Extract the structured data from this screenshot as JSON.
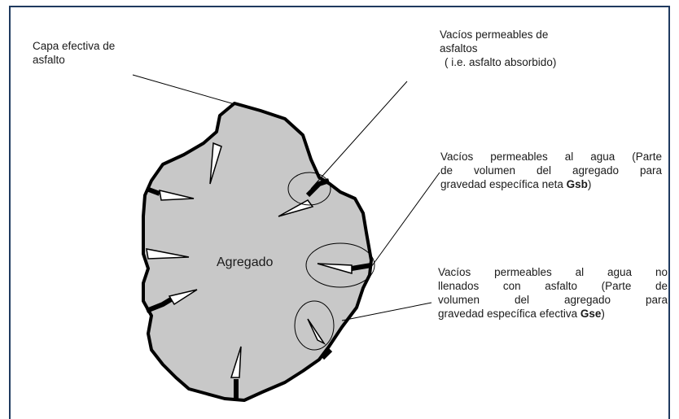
{
  "diagram": {
    "center_label": "Agregado",
    "label_capa": [
      "Capa efectiva de",
      "asfalto"
    ],
    "label_asfaltos": [
      "Vacíos permeables de",
      "asfaltos",
      "( i.e. asfalto absorbido)"
    ],
    "label_gsb": {
      "line1": "Vacíos permeables al agua (Parte",
      "line2": "de volumen del agregado para",
      "line3_prefix": "gravedad específica neta ",
      "line3_bold": "Gsb",
      "line3_suffix": ")"
    },
    "label_gse": {
      "line1": "Vacíos permeables al agua no",
      "line2": "llenados con asfalto (Parte de",
      "line3": "volumen del agregado para",
      "line4_prefix": "gravedad específica efectiva ",
      "line4_bold": "Gse",
      "line4_suffix": ")"
    },
    "colors": {
      "aggregate_fill": "#c8c8c8",
      "outline": "#000000",
      "frame": "#1f3a5f"
    }
  }
}
